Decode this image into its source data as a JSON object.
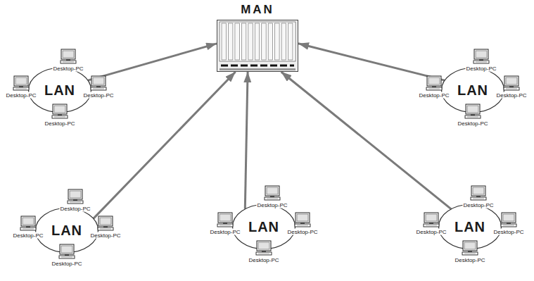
{
  "diagram": {
    "nodes": [
      {
        "text": [
          "MAN"
        ]
      },
      {
        "text": [
          "LAN"
        ]
      },
      {
        "text": [
          "LAN"
        ]
      },
      {
        "text": [
          "LAN"
        ]
      },
      {
        "text": [
          "LAN"
        ]
      },
      {
        "text": [
          "LAN"
        ]
      }
    ],
    "edges": [
      {
        "from": 1,
        "to": 0,
        "arrow": "to"
      },
      {
        "from": 2,
        "to": 0,
        "arrow": "to"
      },
      {
        "from": 3,
        "to": 0,
        "arrow": "to"
      },
      {
        "from": 4,
        "to": 0,
        "arrow": "to"
      },
      {
        "from": 5,
        "to": 0,
        "arrow": "to"
      }
    ],
    "labels": [
      "Desktop-PC",
      "Desktop-PC",
      "Desktop-PC",
      "Desktop-PC",
      "Desktop-PC",
      "Desktop-PC",
      "Desktop-PC",
      "Desktop-PC",
      "Desktop-PC",
      "Desktop-PC",
      "Desktop-PC",
      "Desktop-PC",
      "Desktop-PC",
      "Desktop-PC",
      "Desktop-PC",
      "Desktop-PC",
      "Desktop-PC",
      "Desktop-PC",
      "Desktop-PC",
      "Desktop-PC"
    ]
  }
}
